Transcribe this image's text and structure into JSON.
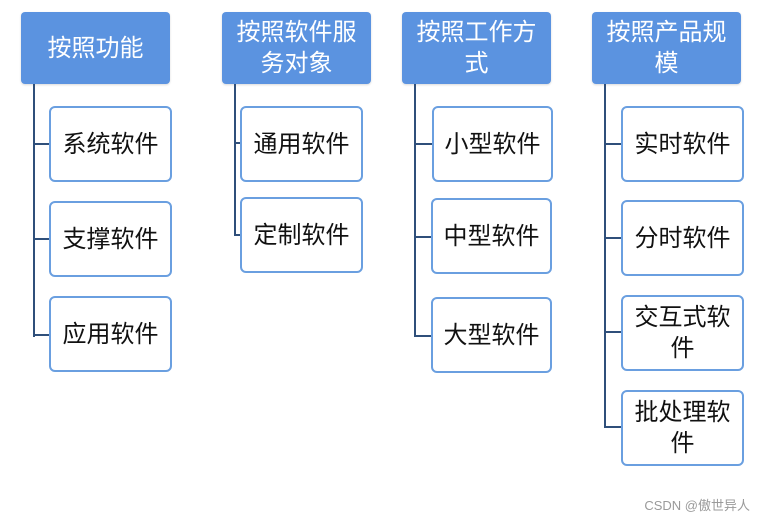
{
  "columns": [
    {
      "title": "按照功能",
      "items": [
        "系统软件",
        "支撑软件",
        "应用软件"
      ]
    },
    {
      "title": "按照软件服务对象",
      "items": [
        "通用软件",
        "定制软件"
      ]
    },
    {
      "title": "按照工作方式",
      "items": [
        "小型软件",
        "中型软件",
        "大型软件"
      ]
    },
    {
      "title": "按照产品规模",
      "items": [
        "实时软件",
        "分时软件",
        "交互式软件",
        "批处理软件"
      ]
    }
  ],
  "watermark": "CSDN @傲世异人",
  "colors": {
    "header_fill": "#5b93e0",
    "child_border": "#6a9fe0",
    "connector": "#2f4f7a"
  }
}
